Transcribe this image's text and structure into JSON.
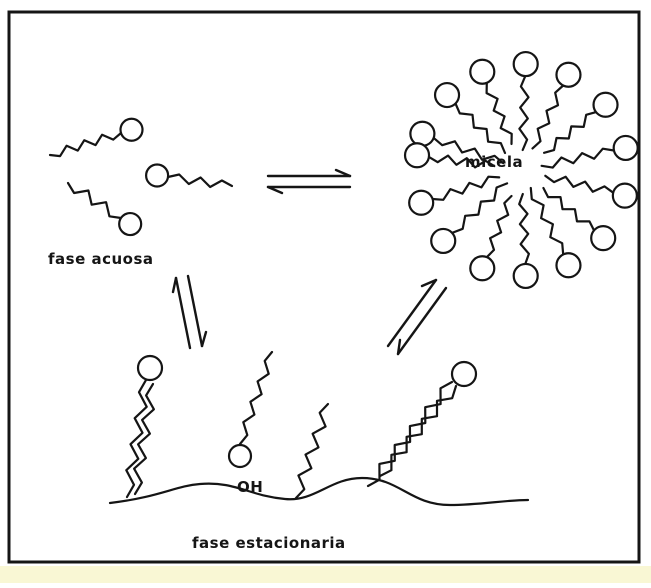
{
  "labels": {
    "aqueous_phase": "fase acuosa",
    "micelle": "micela",
    "stationary_phase": "fase estacionaria",
    "hydroxyl": "OH"
  },
  "colors": {
    "ink": "#151515",
    "background": "#ffffff",
    "highlight_strip": "#f4f0b0"
  }
}
